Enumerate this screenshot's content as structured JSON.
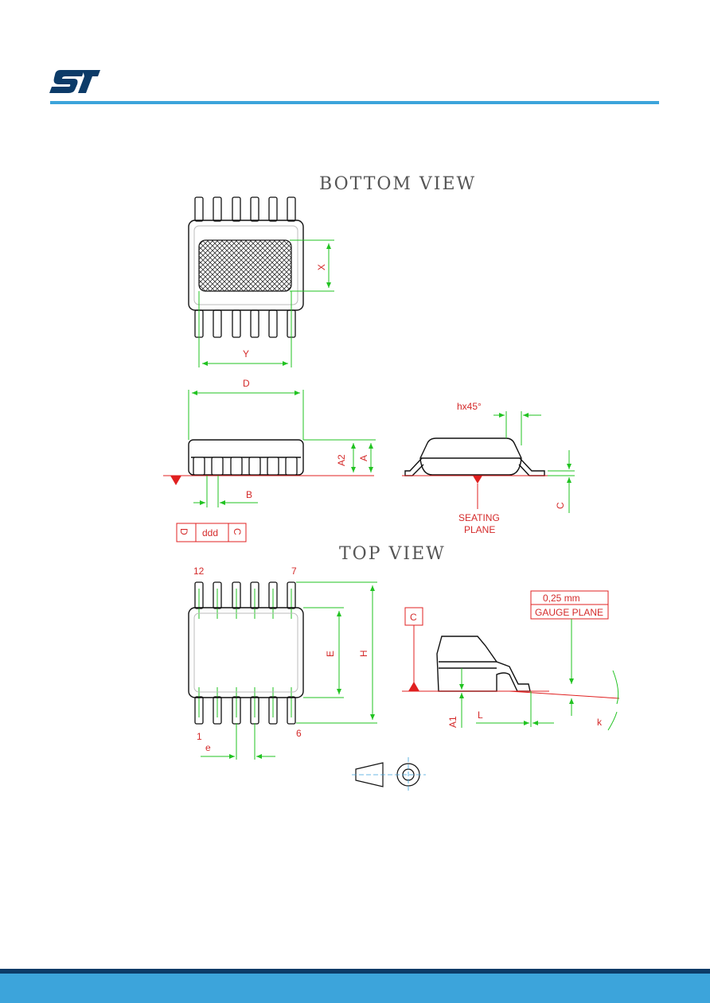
{
  "header": {
    "logo": "st-logo",
    "accent_color": "#3ca4db"
  },
  "footer": {
    "band_color": "#3ca4db",
    "dark_color": "#0c3b68"
  },
  "views": {
    "bottom_title": "BOTTOM VIEW",
    "top_title": "TOP VIEW"
  },
  "dimensions": {
    "X": "X",
    "Y": "Y",
    "D": "D",
    "A2": "A2",
    "A": "A",
    "B": "B",
    "h45": "hx45°",
    "C": "C",
    "E": "E",
    "H": "H",
    "e": "e",
    "A1": "A1",
    "L": "L",
    "k": "k"
  },
  "labels": {
    "seating_plane_1": "SEATING",
    "seating_plane_2": "PLANE"
  },
  "tolerance_frame": {
    "symbol": "D",
    "value": "ddd",
    "datum": "C"
  },
  "datum_box": "C",
  "gauge": {
    "value": "0,25 mm",
    "label": "GAUGE PLANE"
  },
  "pins": {
    "p12": "12",
    "p7": "7",
    "p1": "1",
    "p6": "6"
  },
  "icons": {
    "logo": "st-logo-icon",
    "projection": "third-angle-projection-icon"
  }
}
